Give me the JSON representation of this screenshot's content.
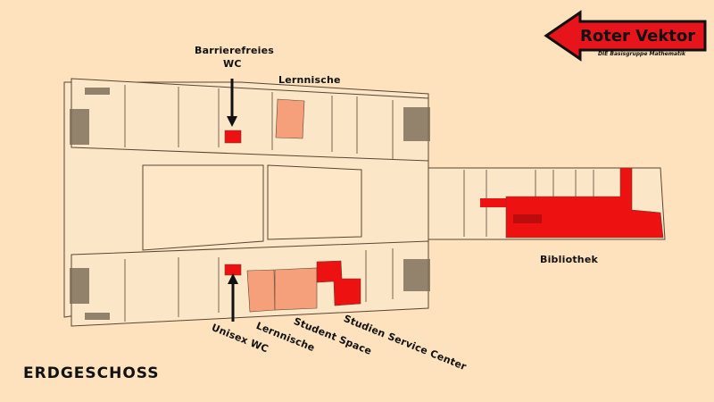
{
  "logo": {
    "title": "Roter Vektor",
    "subtitle": "DIE Basisgruppe Mathematik",
    "arrow_color": "#e8141c"
  },
  "floor_label": "ERDGESCHOSS",
  "labels": {
    "barrierefreies_wc_line1": "Barrierefreies",
    "barrierefreies_wc_line2": "WC",
    "lernnische_top": "Lernnische",
    "unisex_wc": "Unisex WC",
    "lernnische_bottom": "Lernnische",
    "student_space": "Student Space",
    "studien_service_center": "Studien Service Center",
    "bibliothek": "Bibliothek"
  },
  "colors": {
    "background": "#fde2bd",
    "building_fill": "#fbe6c8",
    "walls": "#5a4632",
    "highlight_red": "#ee1111",
    "highlight_salmon": "#f5a07a"
  }
}
